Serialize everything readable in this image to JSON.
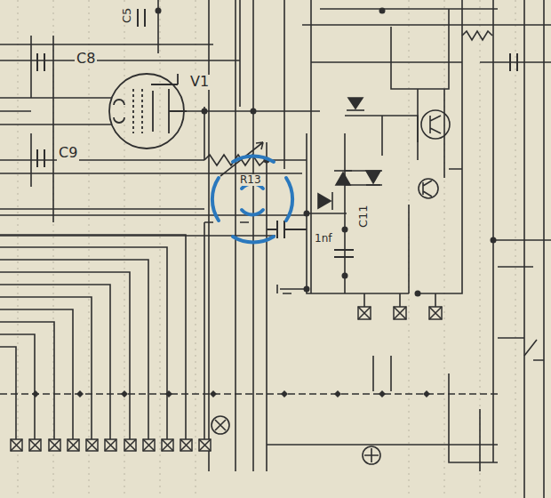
{
  "diagram": {
    "labels": [
      "C5",
      "C8",
      "V1",
      "C9",
      "R13",
      "1nf",
      "C11"
    ]
  }
}
